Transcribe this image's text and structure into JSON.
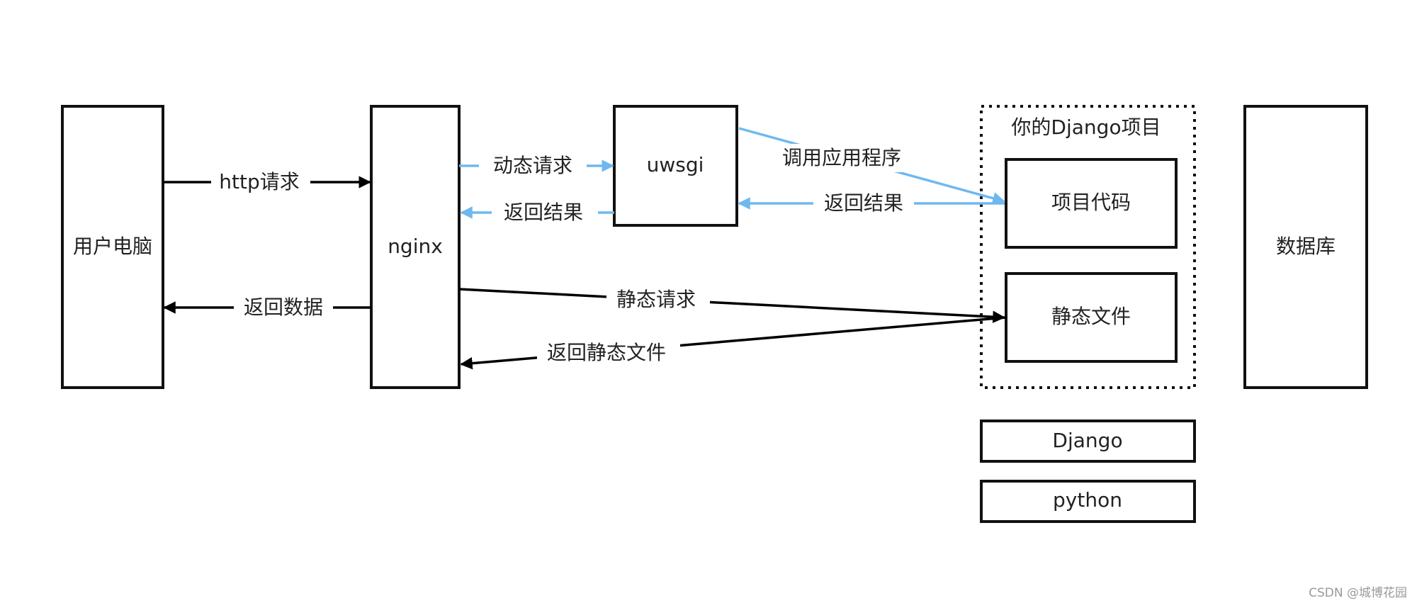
{
  "nodes": {
    "user_pc": "用户电脑",
    "nginx": "nginx",
    "uwsgi": "uwsgi",
    "django_project": "你的Django项目",
    "project_code": "项目代码",
    "static_files": "静态文件",
    "database": "数据库",
    "django": "Django",
    "python": "python"
  },
  "edges": {
    "http_request": "http请求",
    "return_data": "返回数据",
    "dynamic_request": "动态请求",
    "return_result_nginx": "返回结果",
    "call_app": "调用应用程序",
    "return_result_uwsgi": "返回结果",
    "static_request": "静态请求",
    "return_static_files": "返回静态文件"
  },
  "colors": {
    "static_flow": "#000000",
    "dynamic_flow": "#6fb8ef"
  },
  "watermark": "CSDN @城博花园"
}
